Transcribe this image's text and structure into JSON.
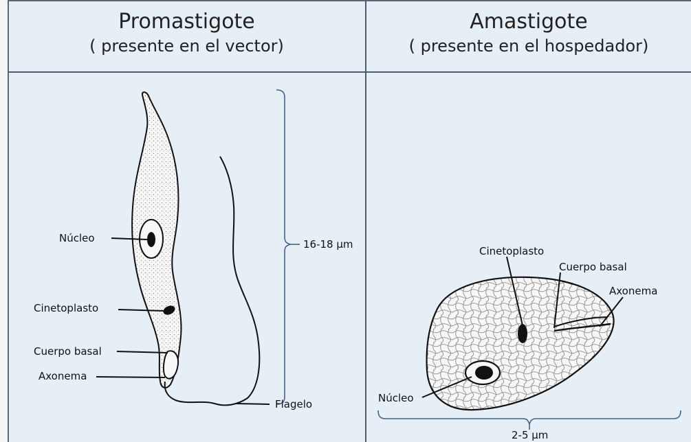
{
  "left_panel": {
    "title": "Promastigote",
    "subtitle": "( presente en el vector)",
    "labels": {
      "nucleus": "Núcleo",
      "kinetoplast": "Cinetoplasto",
      "basal_body": "Cuerpo basal",
      "axoneme": "Axonema",
      "flagellum": "Flagelo",
      "size": "16-18 µm"
    }
  },
  "right_panel": {
    "title": "Amastigote",
    "subtitle": "( presente en el hospedador)",
    "labels": {
      "kinetoplast": "Cinetoplasto",
      "basal_body": "Cuerpo basal",
      "axoneme": "Axonema",
      "nucleus": "Núcleo",
      "size": "2-5 µm"
    }
  },
  "colors": {
    "background": "#e6eef6",
    "border": "#4f5b68",
    "bracket": "#41638c"
  }
}
